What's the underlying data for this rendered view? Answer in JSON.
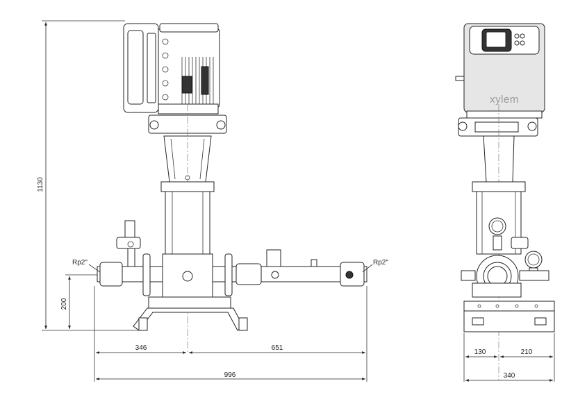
{
  "brand": "xylem",
  "labels": {
    "inlet_thread": "Rp2\"",
    "outlet_thread": "Rp2\""
  },
  "dimensions": {
    "overall_height": "1130",
    "pipe_height": "200",
    "left_to_center": "346",
    "center_to_right": "651",
    "overall_length": "996",
    "side_left": "130",
    "side_right": "210",
    "side_overall": "340"
  },
  "colors": {
    "line": "#222222",
    "cover": "#e6e6e6",
    "brand_text": "#9a9a9a"
  }
}
